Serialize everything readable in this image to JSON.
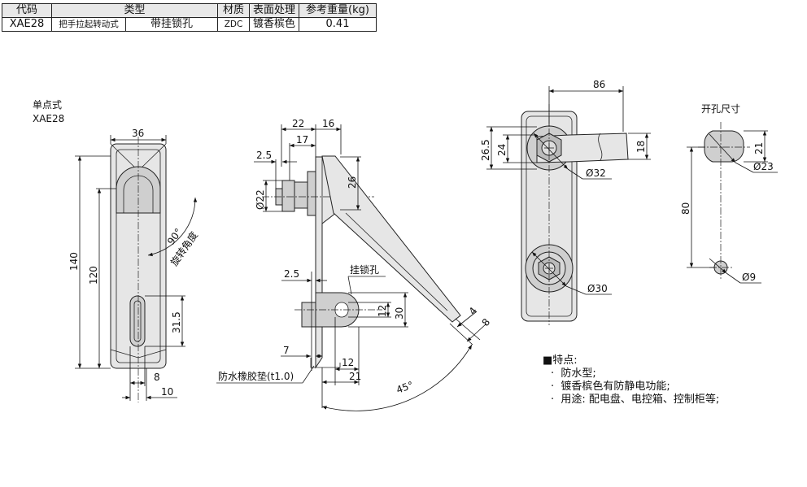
{
  "spec_table": {
    "headers": [
      "代码",
      "类型",
      "材质",
      "表面处理",
      "参考重量(kg)"
    ],
    "row": {
      "code": "XAE28",
      "type_a": "把手拉起转动式",
      "type_b": "带挂锁孔",
      "material": "ZDC",
      "finish": "镀香槟色",
      "weight": "0.41"
    }
  },
  "front_view": {
    "title_line1": "单点式",
    "title_line2": "XAE28",
    "dims": {
      "width": "36",
      "total_height": "140",
      "height_120": "120",
      "slot_len": "31.5",
      "slot_w": "8",
      "bottom_w": "10"
    },
    "rotation_angle": "90°",
    "rotation_label": "旋转角度"
  },
  "side_view": {
    "dims": {
      "d22": "22",
      "d16": "16",
      "d17": "17",
      "d2_5_top": "2.5",
      "d26": "26",
      "dia22": "Ø22",
      "d2_5_mid": "2.5",
      "d7": "7",
      "d12_h": "12",
      "d30": "30",
      "d12_w": "12",
      "d21": "21",
      "d4": "4",
      "d8": "8",
      "angle45": "45°"
    },
    "padlock_label": "挂锁孔",
    "gasket_label": "防水橡胶垫(t1.0)"
  },
  "back_view": {
    "dims": {
      "d86": "86",
      "d26_5": "26.5",
      "d24": "24",
      "d18": "18",
      "dia32": "Ø32",
      "dia30": "Ø30"
    }
  },
  "cutout_view": {
    "title": "开孔尺寸",
    "dims": {
      "d21": "21",
      "dia23": "Ø23",
      "d80": "80",
      "dia9": "Ø9"
    }
  },
  "features": {
    "heading": "特点:",
    "items": [
      "防水型;",
      "镀香槟色有防静电功能;",
      "用途: 配电盘、电控箱、控制柜等;"
    ]
  }
}
